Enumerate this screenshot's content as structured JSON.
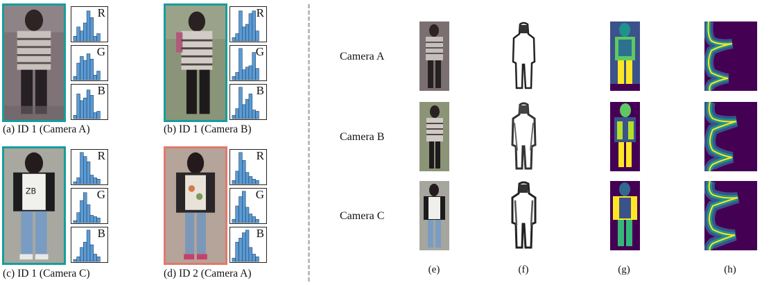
{
  "left_panel": {
    "items": [
      {
        "caption": "(a) ID 1 (Camera A)",
        "channels": [
          "R",
          "G",
          "B"
        ]
      },
      {
        "caption": "(b) ID 1 (Camera B)",
        "channels": [
          "R",
          "G",
          "B"
        ]
      },
      {
        "caption": "(c) ID 1 (Camera C)",
        "channels": [
          "R",
          "G",
          "B"
        ]
      },
      {
        "caption": "(d) ID 2 (Camera A)",
        "channels": [
          "R",
          "G",
          "B"
        ]
      }
    ]
  },
  "right_panel": {
    "row_labels": [
      "Camera A",
      "Camera B",
      "Camera C"
    ],
    "column_labels": [
      "(e)",
      "(f)",
      "(g)",
      "(h)"
    ]
  },
  "colors": {
    "same_id_border": "#159e9c",
    "different_id_border": "#e07a6c",
    "histogram_bar": "#5b9bd5",
    "divider": "#bbbbbb"
  }
}
